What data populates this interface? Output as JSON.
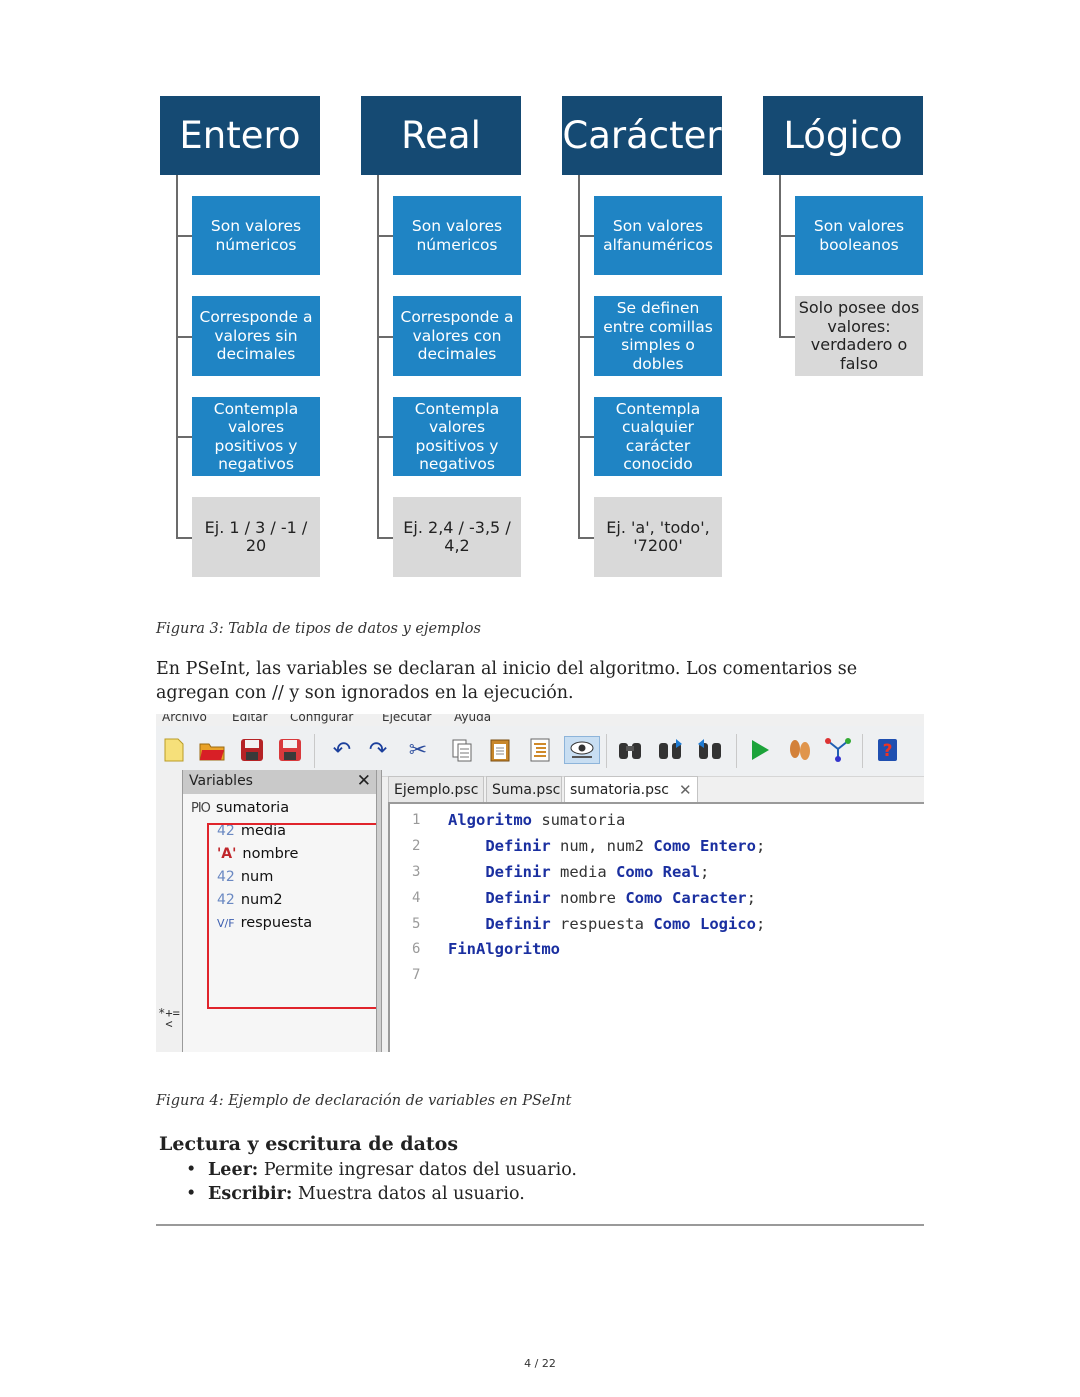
{
  "figure3": {
    "columns": [
      {
        "title": "Entero",
        "items": [
          "Son valores númericos",
          "Corresponde a valores sin decimales",
          "Contempla valores positivos y negativos"
        ],
        "example": "Ej. 1 / 3 / -1 / 20"
      },
      {
        "title": "Real",
        "items": [
          "Son valores númericos",
          "Corresponde a valores con decimales",
          "Contempla valores positivos y negativos"
        ],
        "example": "Ej. 2,4 / -3,5 / 4,2"
      },
      {
        "title": "Carácter",
        "items": [
          "Son valores alfanuméricos",
          "Se definen entre comillas simples o dobles",
          "Contempla cualquier carácter conocido"
        ],
        "example": "Ej. 'a', 'todo', '7200'"
      },
      {
        "title": "Lógico",
        "items": [
          "Son valores booleanos"
        ],
        "example": "Solo posee dos valores: verdadero o falso"
      }
    ],
    "caption": "Figura 3: Tabla de tipos de datos y ejemplos"
  },
  "paragraph": "En PSeInt, las variables se declaran al inicio del algoritmo. Los comentarios se agregan con // y son ignorados en la ejecución.",
  "figure4": {
    "menu": [
      "Archivo",
      "Editar",
      "Configurar",
      "Ejecutar",
      "Ayuda"
    ],
    "variables_panel": {
      "title": "Variables",
      "close": "✕",
      "root": {
        "icon": "PIO",
        "label": "sumatoria"
      },
      "vars": [
        {
          "icon": "42",
          "label": "media"
        },
        {
          "icon": "'A'",
          "label": "nombre"
        },
        {
          "icon": "42",
          "label": "num"
        },
        {
          "icon": "42",
          "label": "num2"
        },
        {
          "icon": "V/F",
          "label": "respuesta"
        }
      ],
      "side_glyphs": "*+=<"
    },
    "tabs": [
      {
        "label": "Ejemplo.psc"
      },
      {
        "label": "Suma.psc"
      },
      {
        "label": "sumatoria.psc",
        "close": "✕"
      }
    ],
    "code_lines": [
      {
        "n": "1",
        "indent": "",
        "kw1": "Algoritmo",
        "rest1": " sumatoria",
        "kw2": "",
        "rest2": "",
        "kw3": "",
        "rest3": ""
      },
      {
        "n": "2",
        "indent": "    ",
        "kw1": "Definir",
        "rest1": " num, num2 ",
        "kw2": "Como",
        "rest2": " ",
        "kw3": "Entero",
        "rest3": ";"
      },
      {
        "n": "3",
        "indent": "    ",
        "kw1": "Definir",
        "rest1": " media ",
        "kw2": "Como",
        "rest2": " ",
        "kw3": "Real",
        "rest3": ";"
      },
      {
        "n": "4",
        "indent": "    ",
        "kw1": "Definir",
        "rest1": " nombre ",
        "kw2": "Como",
        "rest2": " ",
        "kw3": "Caracter",
        "rest3": ";"
      },
      {
        "n": "5",
        "indent": "    ",
        "kw1": "Definir",
        "rest1": " respuesta ",
        "kw2": "Como",
        "rest2": " ",
        "kw3": "Logico",
        "rest3": ";"
      },
      {
        "n": "6",
        "indent": "",
        "kw1": "FinAlgoritmo",
        "rest1": "",
        "kw2": "",
        "rest2": "",
        "kw3": "",
        "rest3": ""
      },
      {
        "n": "7",
        "indent": "",
        "kw1": "",
        "rest1": "",
        "kw2": "",
        "rest2": "",
        "kw3": "",
        "rest3": ""
      }
    ],
    "caption": "Figura 4: Ejemplo de declaración de variables en PSeInt"
  },
  "section": {
    "title": "Lectura y escritura de datos",
    "bullets": [
      {
        "term": "Leer:",
        "text": " Permite ingresar datos del usuario."
      },
      {
        "term": "Escribir:",
        "text": " Muestra datos al usuario."
      }
    ]
  },
  "page_number": "4 / 22",
  "colors": {
    "header": "#154a73",
    "box": "#1f84c4",
    "example": "#d9d9d9",
    "highlight": "#e0242b",
    "keyword": "#1a2fa0"
  }
}
